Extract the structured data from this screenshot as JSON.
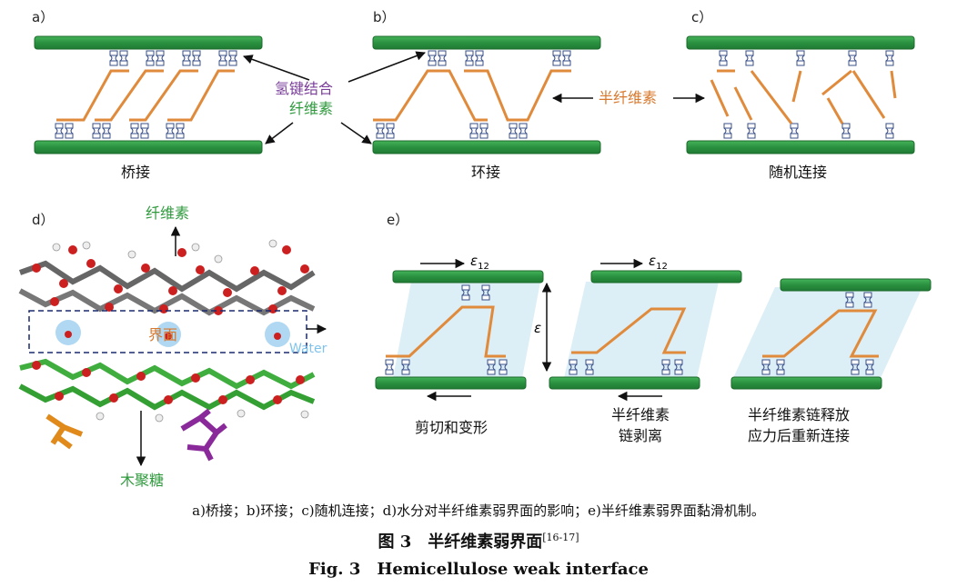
{
  "panels": {
    "a": {
      "id": "a）",
      "label": "桥接"
    },
    "b": {
      "id": "b）",
      "label": "环接"
    },
    "c": {
      "id": "c）",
      "label": "随机连接"
    },
    "d": {
      "id": "d）",
      "cellulose": "纤维素",
      "interface": "界面",
      "water": "Water",
      "xylan": "木聚糖"
    },
    "e": {
      "id": "e）",
      "strain_shear": "ε",
      "strain_shear_sub": "12",
      "strain_normal": "ε",
      "step1": "剪切和变形",
      "step2_line1": "半纤维素",
      "step2_line2": "链剥离",
      "step3_line1": "半纤维素链释放",
      "step3_line2": "应力后重新连接"
    }
  },
  "legend": {
    "hbond_label": "氢键结合",
    "cellulose_label": "纤维素",
    "hemicellulose_label": "半纤维素"
  },
  "caption": {
    "subcaption": "a)桥接；b)环接；c)随机连接；d)水分对半纤维素弱界面的影响；e)半纤维素弱界面黏滑机制。",
    "title_cn": "图 3　半纤维素弱界面",
    "title_ref": "[16-17]",
    "title_en": "Fig. 3　Hemicellulose weak interface"
  },
  "colors": {
    "cellulose_green": "#2e9a44",
    "hemicellulose_orange": "#e08a3c",
    "hbond_blue": "#3a4f8a",
    "shear_fill": "#dceef6"
  }
}
